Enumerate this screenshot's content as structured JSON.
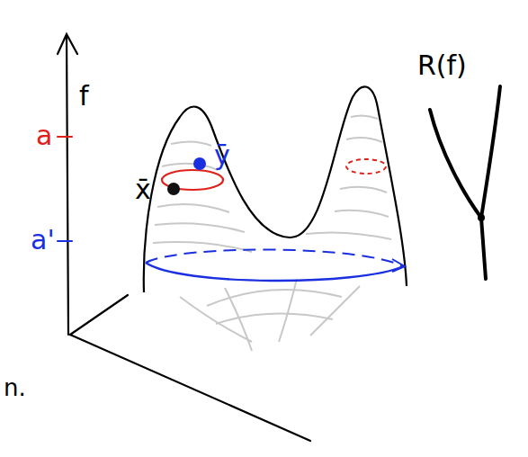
{
  "diagram": {
    "labels": [
      "R(f)",
      "f",
      "a",
      "ȳ",
      "x̄",
      "a'",
      "n."
    ]
  }
}
